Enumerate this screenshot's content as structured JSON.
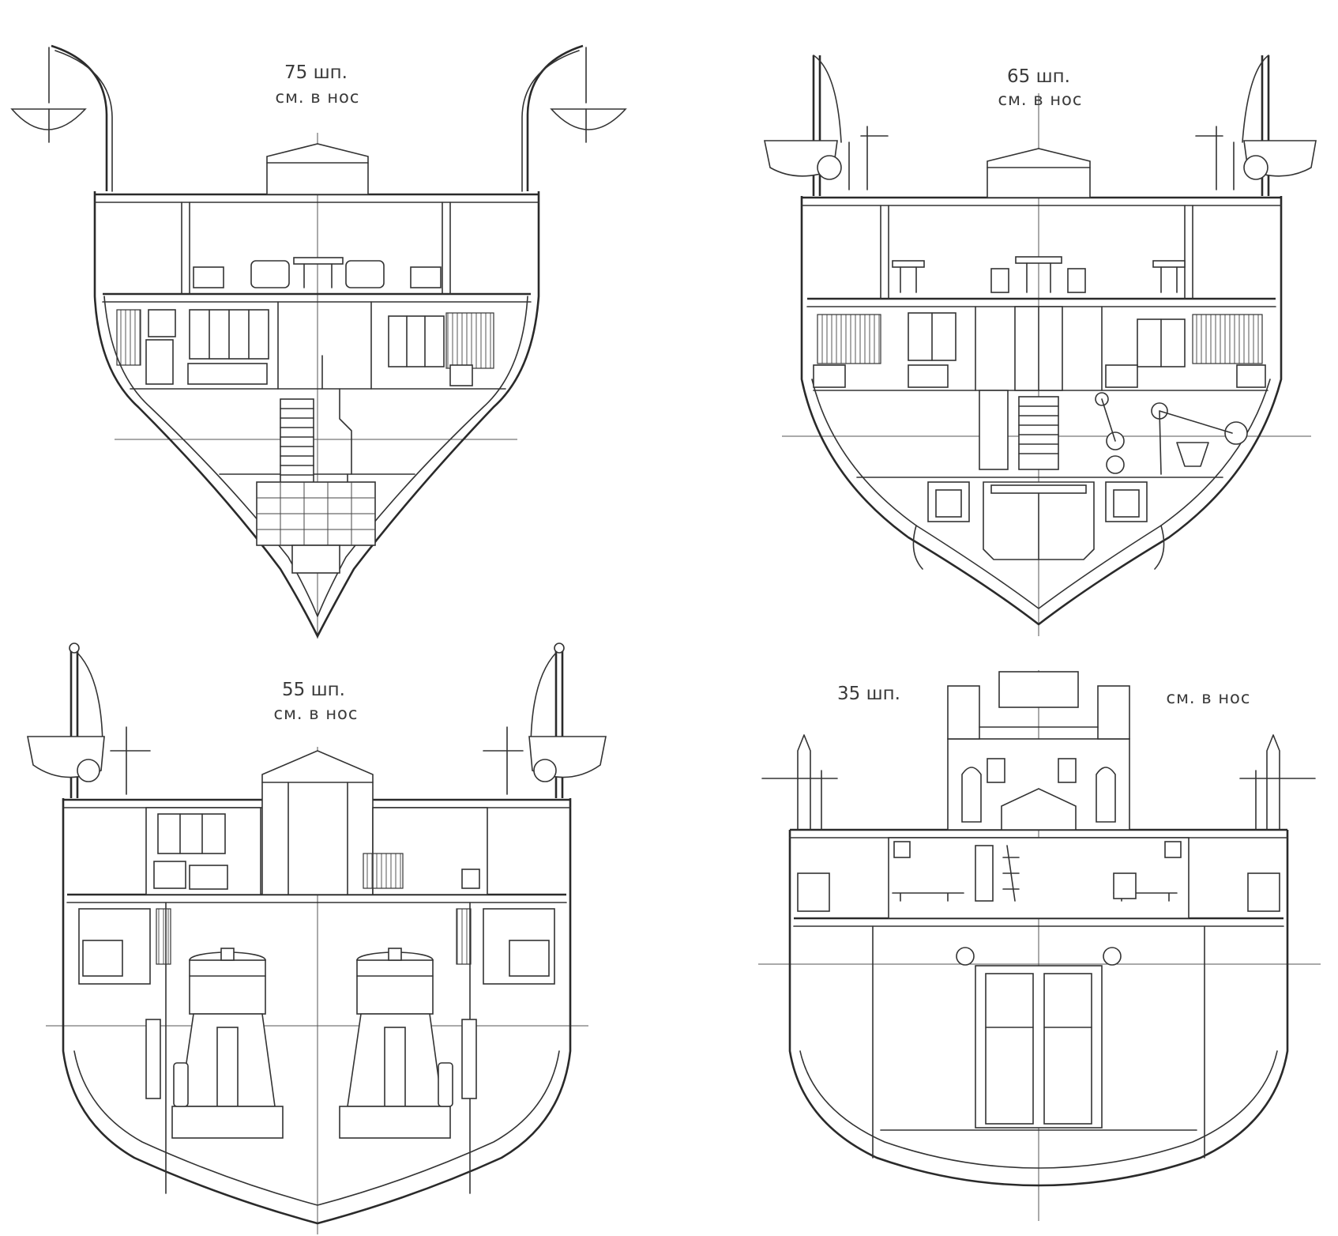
{
  "sections": [
    {
      "frame": "75 шп.",
      "direction": "см. в нос"
    },
    {
      "frame": "65 шп.",
      "direction": "см. в нос"
    },
    {
      "frame": "55 шп.",
      "direction": "см. в нос"
    },
    {
      "frame": "35 шп.",
      "direction": "см. в нос"
    }
  ],
  "colors": {
    "line": "#333333",
    "background": "#ffffff"
  }
}
